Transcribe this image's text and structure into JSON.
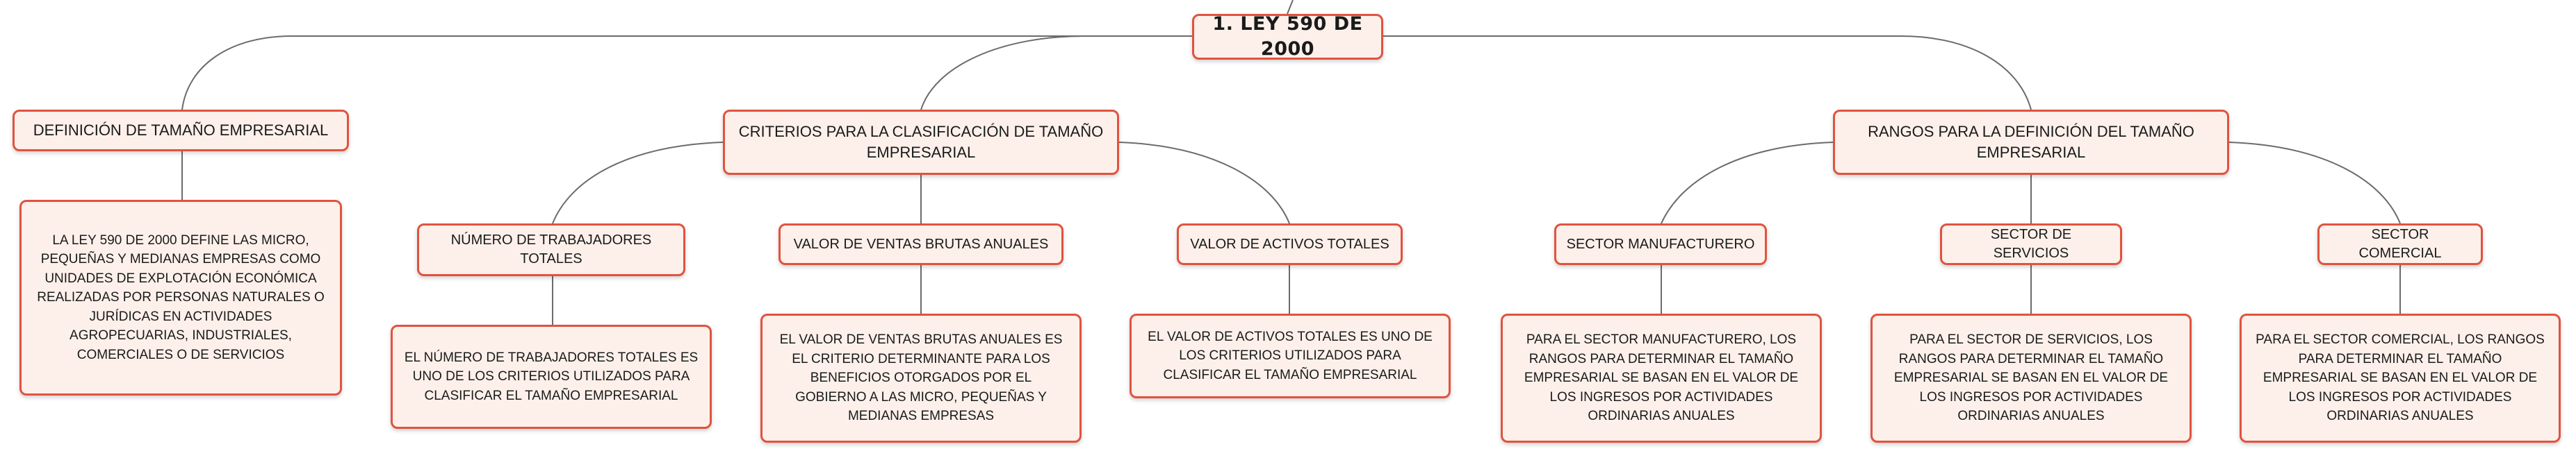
{
  "root": {
    "label": "1. LEY 590 DE 2000"
  },
  "definicion": {
    "label": "DEFINICIÓN DE TAMAÑO EMPRESARIAL",
    "text": "LA LEY 590 DE 2000 DEFINE LAS MICRO, PEQUEÑAS Y MEDIANAS EMPRESAS COMO UNIDADES DE EXPLOTACIÓN ECONÓMICA REALIZADAS POR PERSONAS NATURALES O JURÍDICAS EN ACTIVIDADES AGROPECUARIAS, INDUSTRIALES, COMERCIALES O DE SERVICIOS"
  },
  "criterios": {
    "label": "CRITERIOS PARA LA CLASIFICACIÓN DE TAMAÑO EMPRESARIAL",
    "items": [
      {
        "label": "NÚMERO DE TRABAJADORES TOTALES",
        "text": "EL NÚMERO DE TRABAJADORES TOTALES ES UNO DE LOS CRITERIOS UTILIZADOS PARA CLASIFICAR EL TAMAÑO EMPRESARIAL"
      },
      {
        "label": "VALOR DE VENTAS BRUTAS ANUALES",
        "text": "EL VALOR DE VENTAS BRUTAS ANUALES ES EL CRITERIO DETERMINANTE PARA LOS BENEFICIOS OTORGADOS POR EL GOBIERNO A LAS MICRO, PEQUEÑAS Y MEDIANAS EMPRESAS"
      },
      {
        "label": "VALOR DE ACTIVOS TOTALES",
        "text": "EL VALOR DE ACTIVOS TOTALES ES UNO DE LOS CRITERIOS UTILIZADOS PARA CLASIFICAR EL TAMAÑO EMPRESARIAL"
      }
    ]
  },
  "rangos": {
    "label": "RANGOS PARA LA DEFINICIÓN DEL TAMAÑO EMPRESARIAL",
    "items": [
      {
        "label": "SECTOR MANUFACTURERO",
        "text": "PARA EL SECTOR MANUFACTURERO, LOS RANGOS PARA DETERMINAR EL TAMAÑO EMPRESARIAL SE BASAN EN EL VALOR DE LOS INGRESOS POR ACTIVIDADES ORDINARIAS ANUALES"
      },
      {
        "label": "SECTOR DE SERVICIOS",
        "text": "PARA EL SECTOR DE SERVICIOS, LOS RANGOS PARA DETERMINAR EL TAMAÑO EMPRESARIAL SE BASAN EN EL VALOR DE LOS INGRESOS POR ACTIVIDADES ORDINARIAS ANUALES"
      },
      {
        "label": "SECTOR COMERCIAL",
        "text": "PARA EL SECTOR COMERCIAL, LOS RANGOS PARA DETERMINAR EL TAMAÑO EMPRESARIAL SE BASAN EN EL VALOR DE LOS INGRESOS POR ACTIVIDADES ORDINARIAS ANUALES"
      }
    ]
  }
}
